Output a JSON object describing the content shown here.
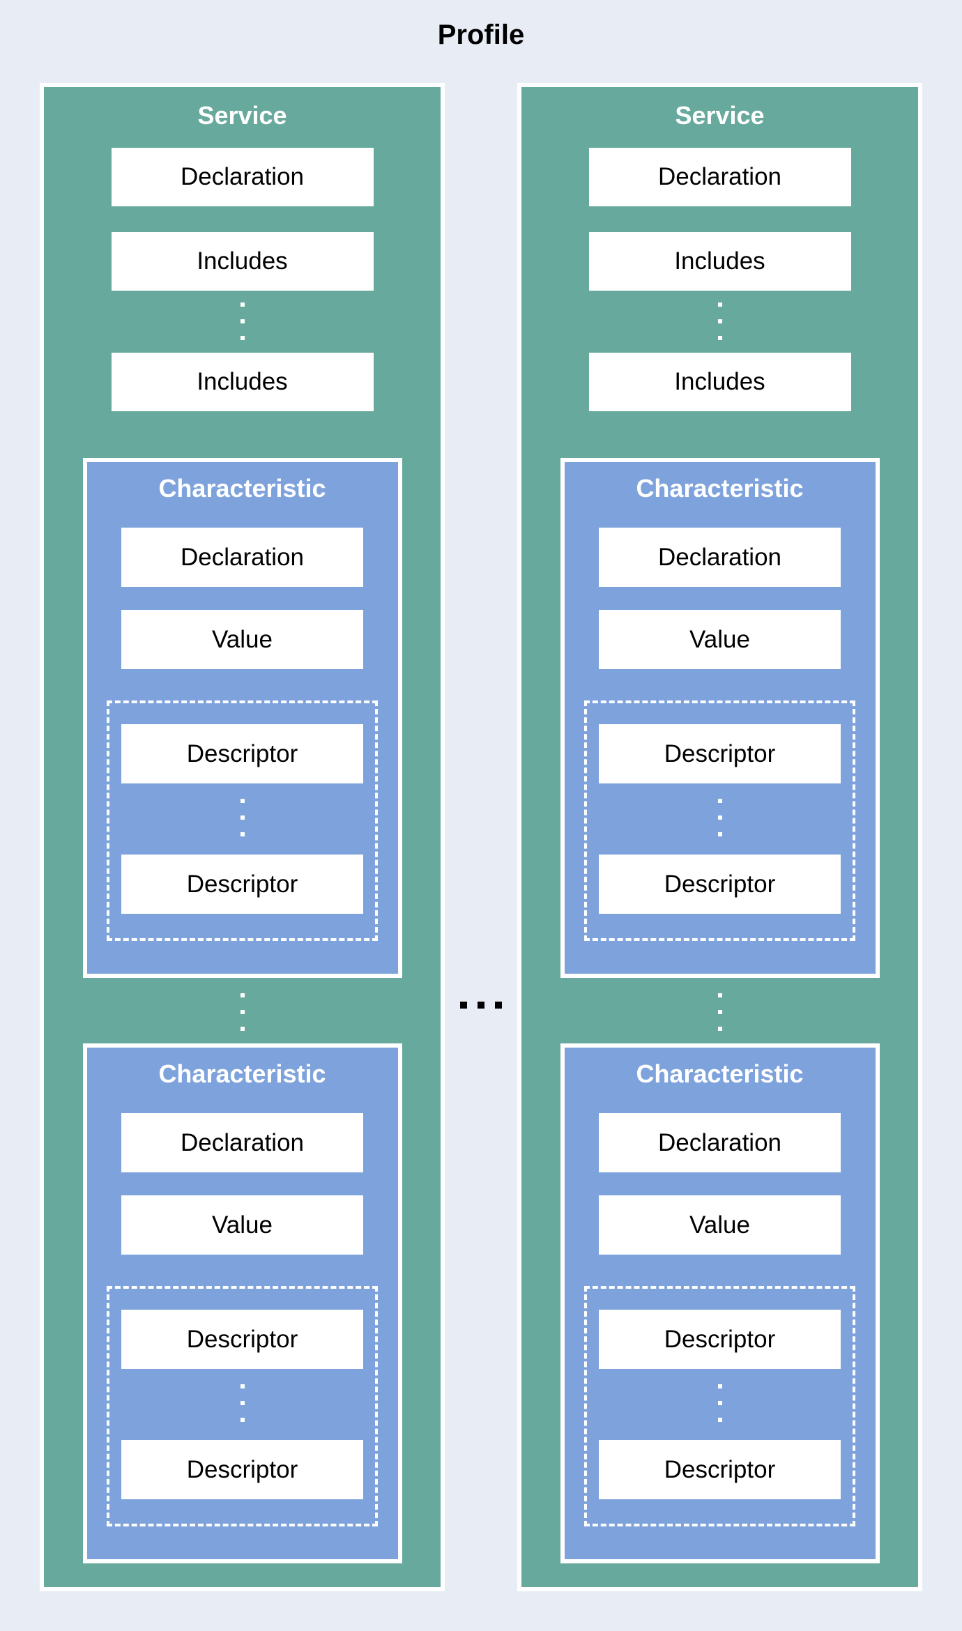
{
  "title": "Profile",
  "colors": {
    "background": "#E8EDF5",
    "service_fill": "#67AA9D",
    "characteristic_fill": "#7EA3DC",
    "box_fill": "#FFFFFF",
    "title_text": "#000000",
    "section_title_text": "#FFFFFF",
    "box_text": "#000000",
    "border": "#FFFFFF"
  },
  "icons": {
    "vertical_ellipsis": "three stacked white square dots",
    "horizontal_ellipsis": "three black square dots"
  },
  "services": [
    {
      "title": "Service",
      "declaration": "Declaration",
      "includes": [
        "Includes",
        "Includes"
      ],
      "characteristics": [
        {
          "title": "Characteristic",
          "declaration": "Declaration",
          "value": "Value",
          "descriptors": [
            "Descriptor",
            "Descriptor"
          ]
        },
        {
          "title": "Characteristic",
          "declaration": "Declaration",
          "value": "Value",
          "descriptors": [
            "Descriptor",
            "Descriptor"
          ]
        }
      ]
    },
    {
      "title": "Service",
      "declaration": "Declaration",
      "includes": [
        "Includes",
        "Includes"
      ],
      "characteristics": [
        {
          "title": "Characteristic",
          "declaration": "Declaration",
          "value": "Value",
          "descriptors": [
            "Descriptor",
            "Descriptor"
          ]
        },
        {
          "title": "Characteristic",
          "declaration": "Declaration",
          "value": "Value",
          "descriptors": [
            "Descriptor",
            "Descriptor"
          ]
        }
      ]
    }
  ]
}
